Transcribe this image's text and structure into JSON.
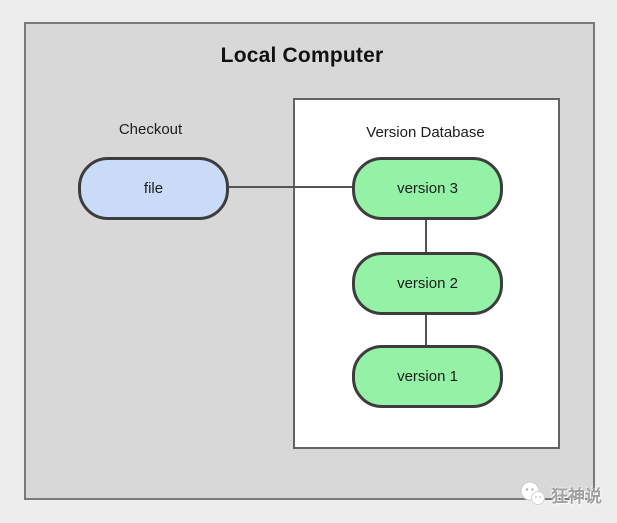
{
  "diagram": {
    "title": "Local Computer",
    "checkout": {
      "label": "Checkout",
      "node_label": "file"
    },
    "version_database": {
      "label": "Version Database",
      "nodes": [
        "version 3",
        "version 2",
        "version 1"
      ]
    },
    "connections": [
      {
        "from": "file",
        "to": "version 3"
      },
      {
        "from": "version 3",
        "to": "version 2"
      },
      {
        "from": "version 2",
        "to": "version 1"
      }
    ],
    "watermark": {
      "text": "狂神说",
      "icon": "chat-bubbles-icon"
    },
    "colors": {
      "page_bg": "#ededed",
      "outer_box_bg": "#d8d8d8",
      "outer_box_border": "#7a7a7a",
      "inner_box_bg": "#ffffff",
      "inner_box_border": "#636363",
      "file_node_bg": "#c9dbf8",
      "version_node_bg": "#94f2a6",
      "node_border": "#3d3d3d",
      "connector": "#555555",
      "watermark_text": "#a0a0a0"
    }
  }
}
